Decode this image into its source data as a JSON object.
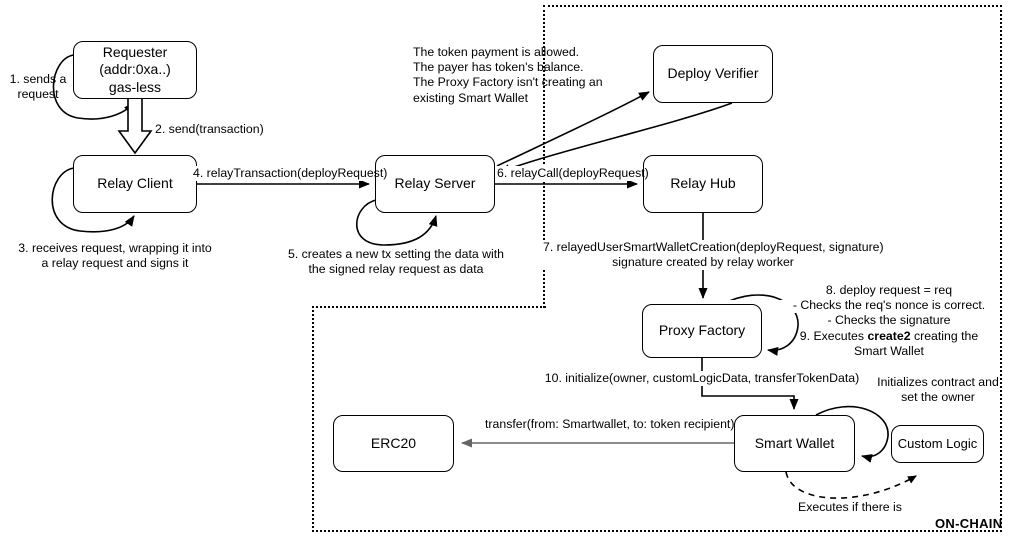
{
  "diagram": {
    "title": "RIF Relay Deploy Request Flow",
    "boundary_label": "ON-CHAIN",
    "colors": {
      "stroke": "#000000",
      "background": "#ffffff",
      "gray_arrow": "#666666"
    }
  },
  "nodes": [
    {
      "id": "requester",
      "lines": [
        "Requester",
        "(addr:0xa..)",
        "gas-less"
      ]
    },
    {
      "id": "relay_client",
      "lines": [
        "Relay Client"
      ]
    },
    {
      "id": "relay_server",
      "lines": [
        "Relay Server"
      ]
    },
    {
      "id": "relay_hub",
      "lines": [
        "Relay Hub"
      ]
    },
    {
      "id": "deploy_verifier",
      "lines": [
        "Deploy Verifier"
      ]
    },
    {
      "id": "proxy_factory",
      "lines": [
        "Proxy Factory"
      ]
    },
    {
      "id": "smart_wallet",
      "lines": [
        "Smart Wallet"
      ]
    },
    {
      "id": "custom_logic",
      "lines": [
        "Custom Logic"
      ]
    },
    {
      "id": "erc20",
      "lines": [
        "ERC20"
      ]
    }
  ],
  "labels": {
    "step1": "1. sends a\nrequest",
    "step2": "2. send(transaction)",
    "step3": "3. receives request, wrapping it into\na relay request and signs it",
    "step4": "4. relayTransaction(deployRequest)",
    "step5": "5. creates a new tx setting the data with\nthe signed relay request as data",
    "step6": "6. relayCall(deployRequest)",
    "step7": "7. relayedUserSmartWalletCreation(deployRequest, signature)\nsignature created by relay worker",
    "verifier_note": "The token payment is allowed.\nThe payer has token's balance.\nThe Proxy Factory isn't creating an\nexisting Smart Wallet",
    "step8_line1": "8. deploy request = req",
    "step8_line2": "- Checks the req's nonce is correct.",
    "step8_line3": "- Checks the signature",
    "step9_pre": "9. Executes ",
    "step9_bold": "create2",
    "step9_post": " creating the",
    "step9_line2": "Smart Wallet",
    "step10": "10. initialize(owner, customLogicData, transferTokenData)",
    "transfer": "transfer(from: Smartwallet, to: token recipient)",
    "initializes_note": "Initializes contract and\nset the owner",
    "executes_note": "Executes if there is"
  }
}
